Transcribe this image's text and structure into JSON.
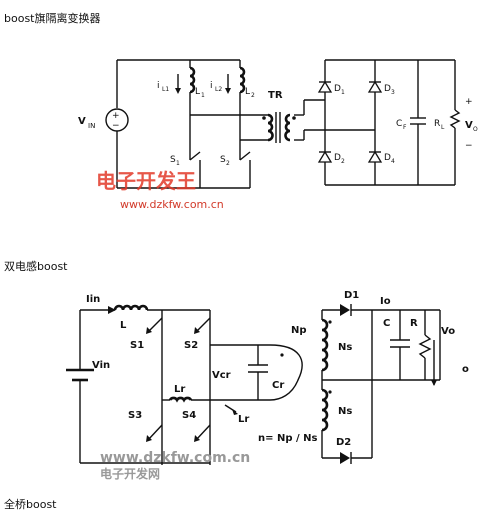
{
  "sections": {
    "s1_title": "boost旗隔离变换器",
    "s2_title": "双电感boost",
    "s3_title": "全桥boost"
  },
  "fig1": {
    "vin": "V",
    "vin_sub": "IN",
    "il1": "i",
    "il1_sub": "L1",
    "l1": "L",
    "l1_sub": "1",
    "il2": "i",
    "il2_sub": "L2",
    "l2": "L",
    "l2_sub": "2",
    "tr": "TR",
    "s1": "S",
    "s1_sub": "1",
    "s2": "S",
    "s2_sub": "2",
    "d1": "D",
    "d1_sub": "1",
    "d2": "D",
    "d2_sub": "2",
    "d3": "D",
    "d3_sub": "3",
    "d4": "D",
    "d4_sub": "4",
    "cf": "C",
    "cf_sub": "F",
    "rl": "R",
    "rl_sub": "L",
    "vo": "V",
    "vo_sub": "O",
    "plus": "+",
    "minus": "−"
  },
  "fig2": {
    "iin": "Iin",
    "l": "L",
    "vin": "Vin",
    "s1": "S1",
    "s2": "S2",
    "s3": "S3",
    "s4": "S4",
    "lr": "Lr",
    "lr2": "Lr",
    "vcr": "Vcr",
    "cr": "Cr",
    "np": "Np",
    "ns_top": "Ns",
    "ns_bot": "Ns",
    "ratio": "n= Np / Ns",
    "d1": "D1",
    "d2": "D2",
    "io": "Io",
    "c": "C",
    "r": "R",
    "vo": "Vo",
    "o": "o"
  },
  "watermarks": {
    "cn_brand": "电子开发王",
    "url1": "www.dzkfw.com.cn",
    "url2": "www.dzkfw.com.cn",
    "cn_net": "电子开发网"
  },
  "colors": {
    "ink": "#111111",
    "watermark_red": "#e23a2a",
    "watermark_gray": "#999999"
  }
}
